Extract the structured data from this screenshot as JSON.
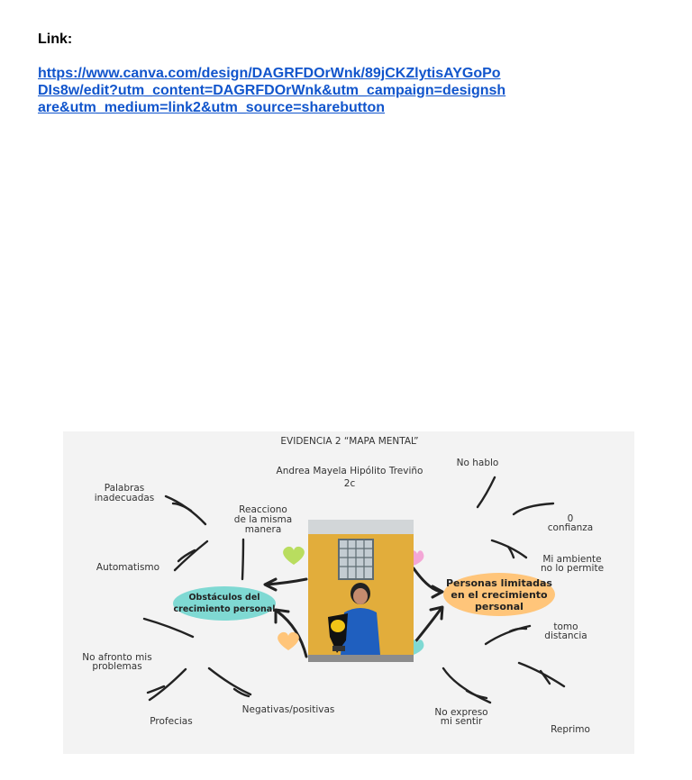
{
  "header": {
    "label": "Link:",
    "url": "https://www.canva.com/design/DAGRFDOrWnk/89jCKZlytisAYGoPoDIs8w/edit?utm_content=DAGRFDOrWnk&utm_campaign=designshare&utm_medium=link2&utm_source=sharebutton"
  },
  "mindmap": {
    "title": "EVIDENCIA 2 “MAPA MENTAL”",
    "author": "Andrea Mayela Hipólito Treviño\n2c",
    "center_left": "Obstáculos del\ncrecimiento personal",
    "center_right": "Personas limitadas\nen el crecimiento\npersonal",
    "left_items": {
      "palabras": "Palabras\ninadecuadas",
      "reacciono": "Reacciono\nde la misma\nmanera",
      "automatismo": "Automatismo",
      "no_afronto": "No afronto mis\nproblemas",
      "profecias": "Profecias",
      "negativas": "Negativas/positivas"
    },
    "right_items": {
      "no_hablo": "No hablo",
      "confianza": "0\nconfianza",
      "ambiente": "Mi ambiente\nno lo permite",
      "distancia": "tomo\ndistancia",
      "no_expreso": "No expreso\nmi sentir",
      "reprimo": "Reprimo"
    },
    "colors": {
      "background": "#f3f3f3",
      "teal_node": "#7fd9d3",
      "orange_node": "#ffc57a",
      "heart_green": "#b9dd5f",
      "heart_orange": "#ffc57a",
      "heart_pink": "#f3a6d6",
      "heart_teal": "#7fd9d3",
      "photo_wall": "#e2ad3b"
    }
  }
}
